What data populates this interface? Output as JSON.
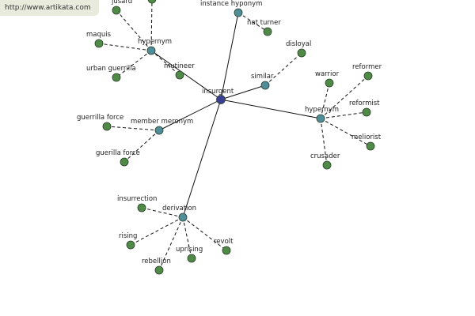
{
  "watermark": "http://www.artikata.com",
  "colors": {
    "center": "#3b3f8f",
    "relation": "#4f8e98",
    "leaf": "#4f8a46"
  },
  "nodes": {
    "center": "insurgent",
    "hypernym_top": "hypernym",
    "instance_hyponym": "instance hyponym",
    "similar": "similar",
    "hypernym_right": "hypernym",
    "member_meronym": "member meronym",
    "derivation": "derivation",
    "jusard": "jusard",
    "maquis": "maquis",
    "urban_guerrilla": "urban guerrilla",
    "mutineer": "mutineer",
    "nat_turner": "nat turner",
    "disloyal": "disloyal",
    "warrior": "warrior",
    "reformer": "reformer",
    "reformist": "reformist",
    "meliorist": "meliorist",
    "crusader": "crusader",
    "guerrilla_force_1": "guerrilla force",
    "guerilla_force_2": "guerilla force",
    "insurrection": "insurrection",
    "rising": "rising",
    "rebellion": "rebellion",
    "uprising": "uprising",
    "revolt": "revolt"
  }
}
